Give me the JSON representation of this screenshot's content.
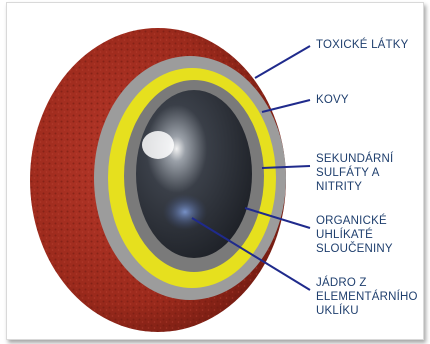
{
  "labels": {
    "toxic": "TOXICKÉ LÁTKY",
    "metals": "KOVY",
    "sulfates": "SEKUNDÁRNÍ\nSULFÁTY A\nNITRITY",
    "organic": "ORGANICKÉ\nUHLÍKATÉ\nSLOUČENINY",
    "core": "JÁDRO Z\nELEMENTÁRNÍHO\nUKLÍKU"
  },
  "colors": {
    "outer_shell": "#9c2a1c",
    "silver_ring": "#9c9c9c",
    "yellow_ring": "#e6e01e",
    "gray_ring": "#7a7a7a",
    "core": "#2b2f36",
    "pointer": "#1f2a8c",
    "label_text": "#1f3f6e"
  }
}
